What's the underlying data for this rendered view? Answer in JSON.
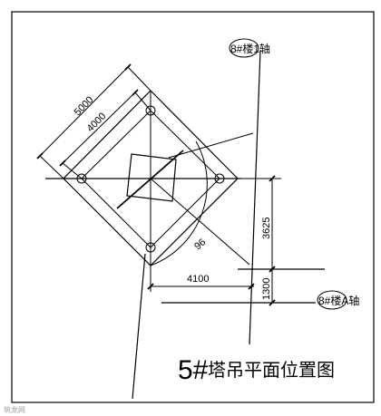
{
  "drawing": {
    "title_number": "5#",
    "title_text": "塔吊平面位置图",
    "axis_top_label": "8#楼1轴",
    "axis_bottom_label": "8#楼A轴",
    "dimensions": {
      "outer_diag": "5000",
      "inner_diag": "4000",
      "radius_label": "96",
      "vertical_upper": "3625",
      "vertical_lower": "1300",
      "horizontal": "4100"
    }
  },
  "watermark": "筑龙网"
}
